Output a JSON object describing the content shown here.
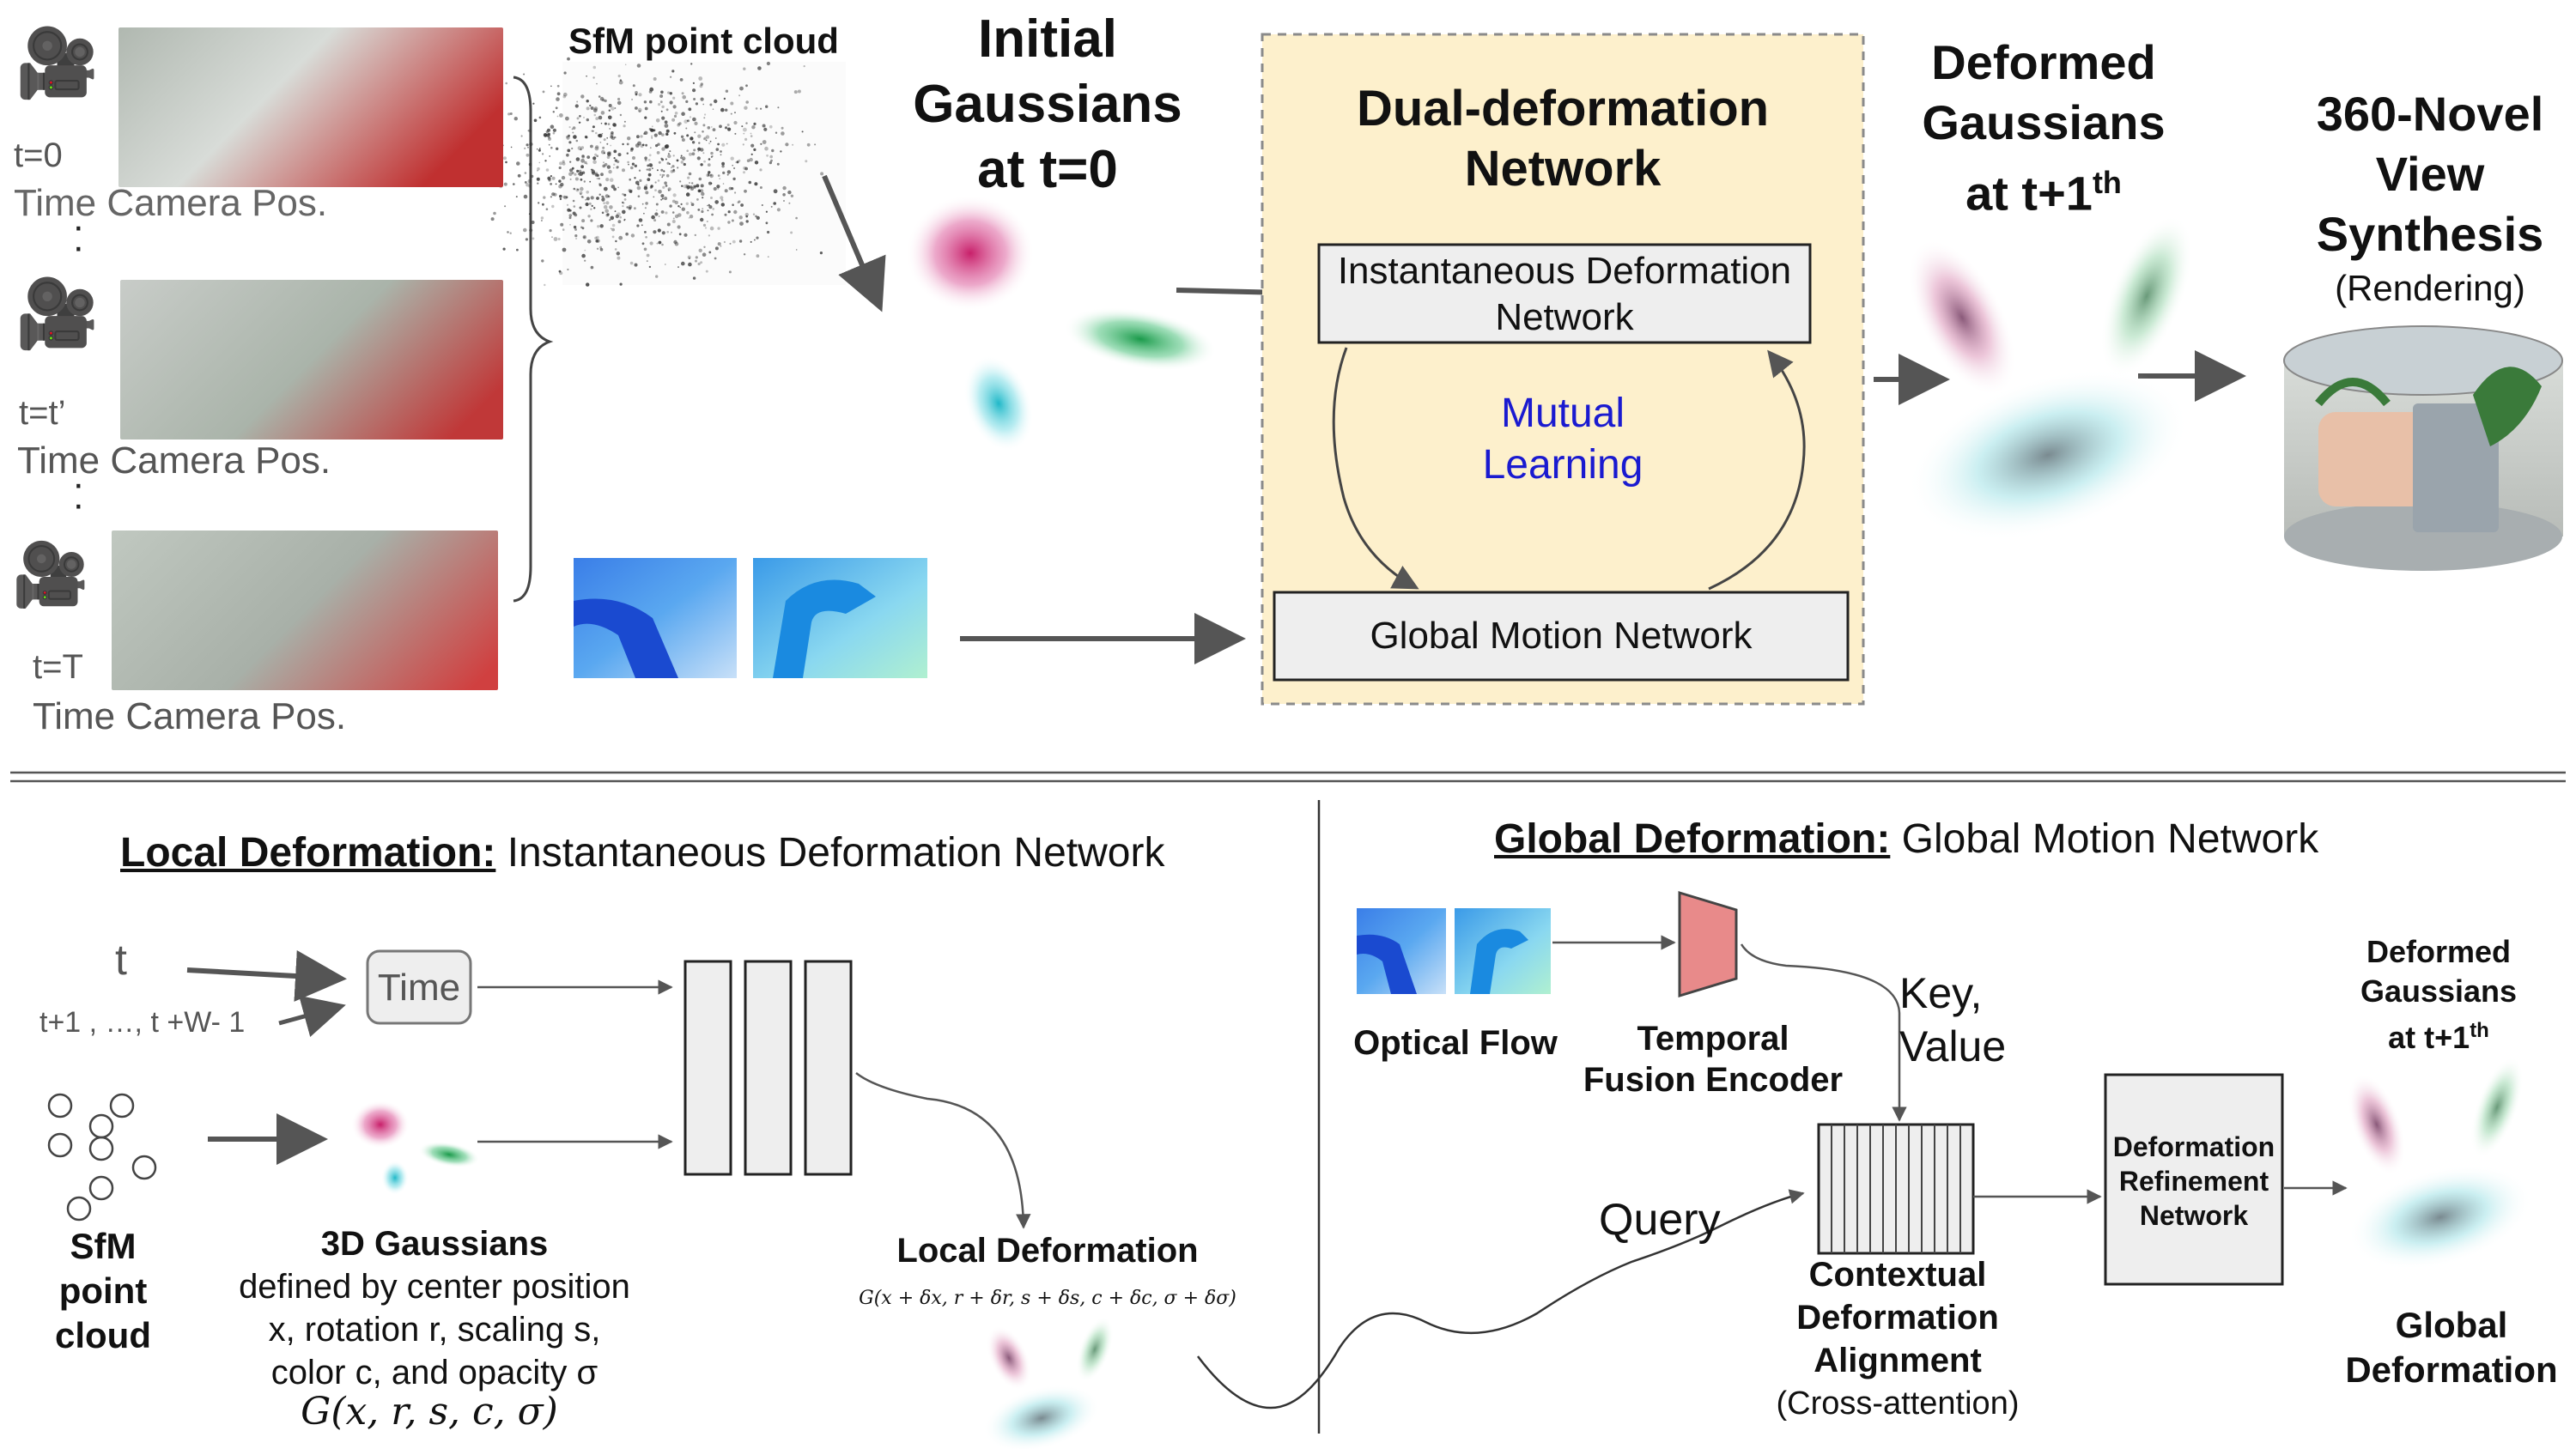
{
  "colors": {
    "accent_blue": "#1a1ad0",
    "panel_fill": "#fdf0cc",
    "panel_border": "#8a8a8a",
    "box_fill": "#eeeeee",
    "encoder_fill": "#e88a8a",
    "gaussian_magenta": "#c8206a",
    "gaussian_green": "#1a9a4a",
    "gaussian_cyan": "#20c0c8"
  },
  "icons": [
    "movie-camera-icon",
    "arrow-icon",
    "brace-icon"
  ],
  "top": {
    "cameras": [
      {
        "label": "t=0",
        "caption": "Time Camera Pos."
      },
      {
        "label": "t=t’",
        "caption": "Time Camera Pos."
      },
      {
        "label": "t=T",
        "caption": "Time Camera Pos."
      }
    ],
    "sfm_title": "SfM point cloud",
    "initial_title_1": "Initial",
    "initial_title_2": "Gaussians",
    "initial_title_3": "at t=0",
    "panel_title_1": "Dual-deformation",
    "panel_title_2": "Network",
    "inst_box_1": "Instantaneous Deformation",
    "inst_box_2": "Network",
    "mutual_1": "Mutual",
    "mutual_2": "Learning",
    "global_box": "Global Motion Network",
    "deformed_1": "Deformed",
    "deformed_2": "Gaussians",
    "deformed_3": "at t+1",
    "deformed_sup": "th",
    "nvs_1": "360-Novel",
    "nvs_2": "View",
    "nvs_3": "Synthesis",
    "nvs_4": "(Rendering)"
  },
  "local": {
    "heading_bold": "Local Deformation:",
    "heading_rest": " Instantaneous Deformation Network",
    "t_label": "t",
    "t_window": "t+1 , …, t +W- 1",
    "time_box": "Time",
    "sfm_1": "SfM",
    "sfm_2": "point",
    "sfm_3": "cloud",
    "g3d_title": "3D Gaussians",
    "g3d_line1": "defined by center position",
    "g3d_line2": "x, rotation r, scaling s,",
    "g3d_line3": "color c, and opacity σ",
    "g3d_formula": "G(x, r, s, c, σ)",
    "local_def_title": "Local Deformation",
    "local_def_formula": "G(x + δx, r + δr, s + δs, c + δc, σ + δσ)"
  },
  "global": {
    "heading_bold": "Global Deformation:",
    "heading_rest": " Global Motion Network",
    "optical_flow": "Optical Flow",
    "tfe_1": "Temporal",
    "tfe_2": "Fusion Encoder",
    "key_1": "Key,",
    "key_2": "Value",
    "query": "Query",
    "cda_1": "Contextual",
    "cda_2": "Deformation",
    "cda_3": "Alignment",
    "cda_4": "(Cross-attention)",
    "drn_1": "Deformation",
    "drn_2": "Refinement",
    "drn_3": "Network",
    "def_1": "Deformed",
    "def_2": "Gaussians",
    "def_3": "at t+1",
    "def_sup": "th",
    "gd_1": "Global",
    "gd_2": "Deformation"
  }
}
